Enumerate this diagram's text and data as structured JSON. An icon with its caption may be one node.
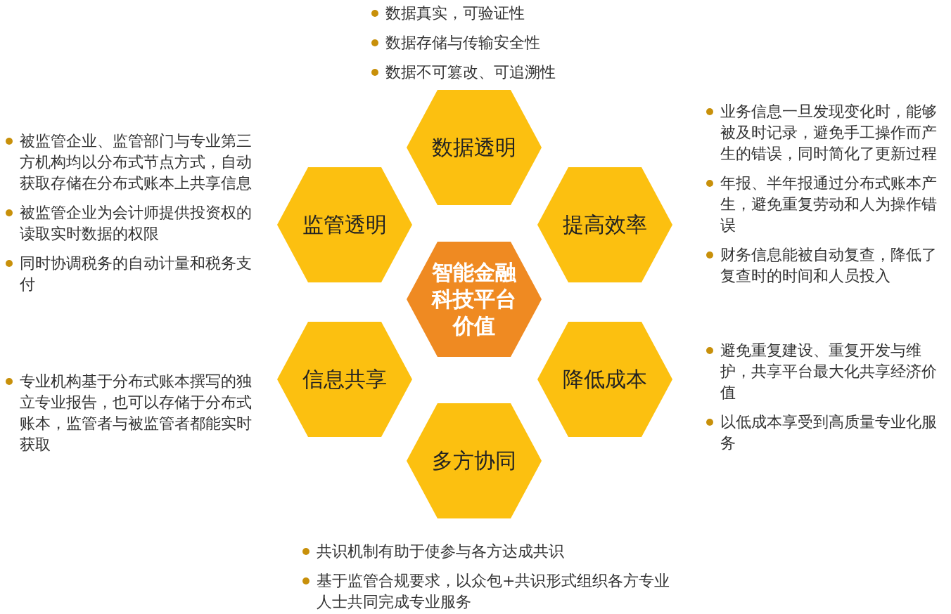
{
  "diagram": {
    "nodes": [
      {
        "text": [
          "数据透明"
        ],
        "beside": [
          "数据真实，可验证性",
          "数据存储与传输安全性",
          "数据不可篡改、可追溯性"
        ]
      },
      {
        "text": [
          "监管透明"
        ],
        "beside": [
          "被监管企业、监管部门与专业第三方机构均以分布式节点方式，自动获取存储在分布式账本上共享信息",
          "被监管企业为会计师提供投资权的读取实时数据的权限",
          "同时协调税务的自动计量和税务支付"
        ]
      },
      {
        "text": [
          "提高效率"
        ],
        "beside": [
          "业务信息一旦发现变化时，能够被及时记录，避免手工操作而产生的错误，同时简化了更新过程",
          "年报、半年报通过分布式账本产生，避免重复劳动和人为操作错误",
          "财务信息能被自动复查，降低了复查时的时间和人员投入"
        ]
      },
      {
        "text": [
          "智能金融科技平台价值"
        ]
      },
      {
        "text": [
          "信息共享"
        ],
        "beside": [
          "专业机构基于分布式账本撰写的独立专业报告，也可以存储于分布式账本，监管者与被监管者都能实时获取"
        ]
      },
      {
        "text": [
          "降低成本"
        ],
        "beside": [
          "避免重复建设、重复开发与维护，共享平台最大化共享经济价值",
          "以低成本享受到高质量专业化服务"
        ]
      },
      {
        "text": [
          "多方协同"
        ],
        "beside": [
          "共识机制有助于使参与各方达成共识",
          "基于监管合规要求，以众包+共识形式组织各方专业人士共同完成专业服务"
        ]
      }
    ],
    "edges": []
  }
}
